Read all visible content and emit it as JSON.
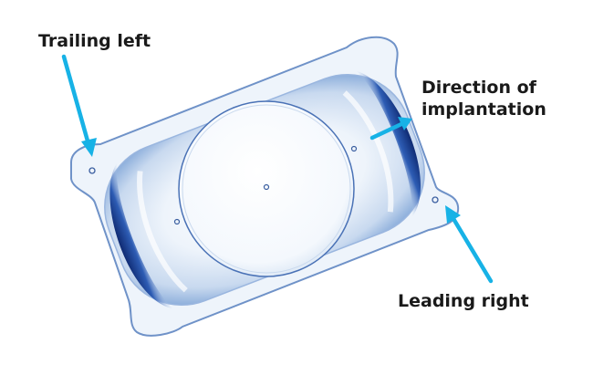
{
  "labels": {
    "trailing_left": "Trailing left",
    "direction_line1": "Direction of",
    "direction_line2": "implantation",
    "leading_right": "Leading right"
  },
  "colors": {
    "arrow": "#17b2e6",
    "lens_edge": "#1c3f8f",
    "lens_fill": "#dfeaf7",
    "text": "#1a1a1a"
  },
  "icons": {
    "lens": "intraocular-lens",
    "arrows": "pointer-arrow"
  }
}
